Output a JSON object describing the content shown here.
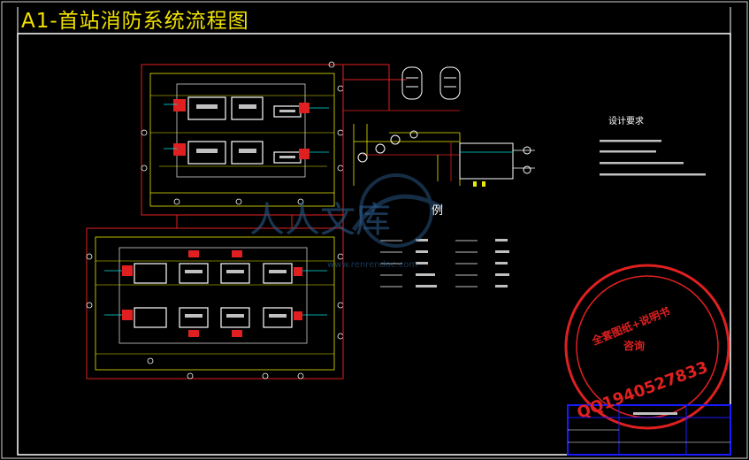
{
  "title": "A1-首站消防系统流程图",
  "notes_heading": "设计要求",
  "legend_heading": "例",
  "watermark": {
    "brand": "人人文库",
    "url": "www.renrendoc.com"
  },
  "stamp": {
    "ring_text": "全套图纸+说明书",
    "phone": "QQ1940527833",
    "side_text": "咨询"
  },
  "colors": {
    "background": "#000000",
    "frame": "#ffffff",
    "title_block": "#1a1aff",
    "pipe_red": "#e02020",
    "pipe_yellow": "#e8e800",
    "pipe_cyan": "#00e0e0",
    "stamp_red": "#e02020",
    "title_text": "#f2e200"
  }
}
